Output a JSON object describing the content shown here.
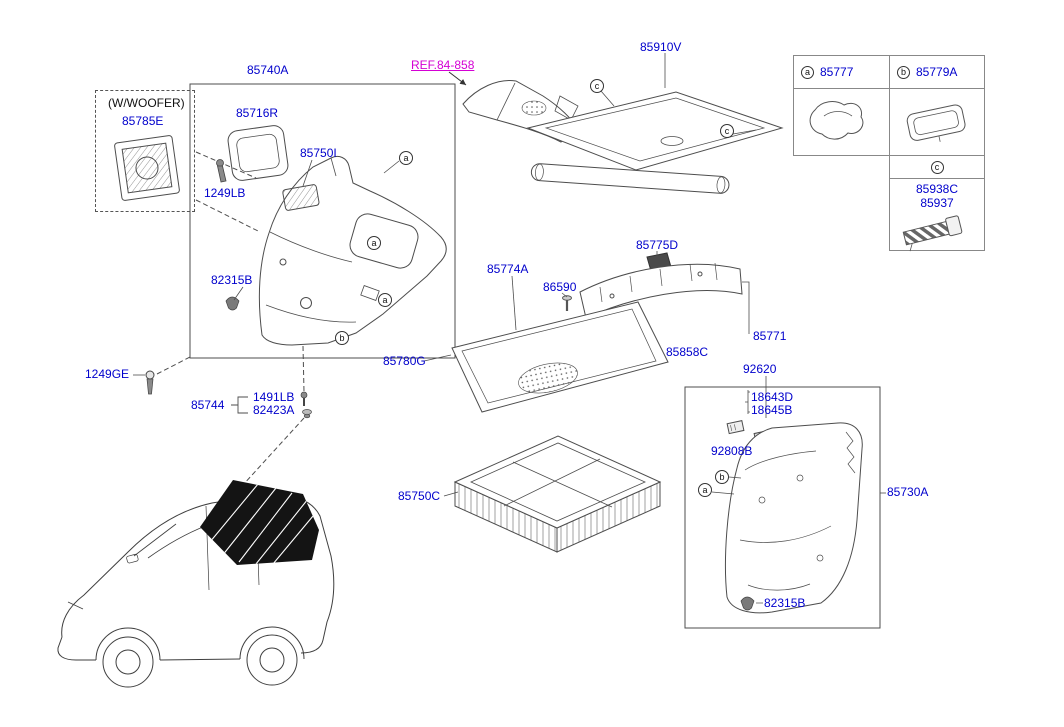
{
  "meta": {
    "title": "Luggage compartment trim parts diagram"
  },
  "colors": {
    "part_label": "#0000cc",
    "ref_link": "#d400d4",
    "line": "#4d4d4d"
  },
  "parts": {
    "woofer_note": "(W/WOOFER)",
    "p85785E": "85785E",
    "p85740A": "85740A",
    "p85716R": "85716R",
    "p85750I": "85750I",
    "p1249LB": "1249LB",
    "p82315B_left": "82315B",
    "p1249GE": "1249GE",
    "p85744": "85744",
    "p1491LB": "1491LB",
    "p82423A": "82423A",
    "ref_link": "REF.84-858",
    "p85910V": "85910V",
    "p85775D": "85775D",
    "p86590": "86590",
    "p85774A": "85774A",
    "p85780G": "85780G",
    "p85771": "85771",
    "p85858C": "85858C",
    "p85750C": "85750C",
    "p92620": "92620",
    "p18643D": "18643D",
    "p18645B": "18645B",
    "p92808B": "92808B",
    "p85730A": "85730A",
    "p82315B_right": "82315B"
  },
  "markers": {
    "trim_a1": "a",
    "trim_a2": "a",
    "trim_a3": "a",
    "trim_b": "b",
    "screen_c1": "c",
    "screen_c2": "c",
    "right_b": "b",
    "right_a": "a"
  },
  "legend": {
    "col_a": {
      "marker": "a",
      "part": "85777"
    },
    "col_b": {
      "marker": "b",
      "part": "85779A"
    },
    "row_c": {
      "marker": "c",
      "part1": "85938C",
      "part2": "85937"
    }
  }
}
